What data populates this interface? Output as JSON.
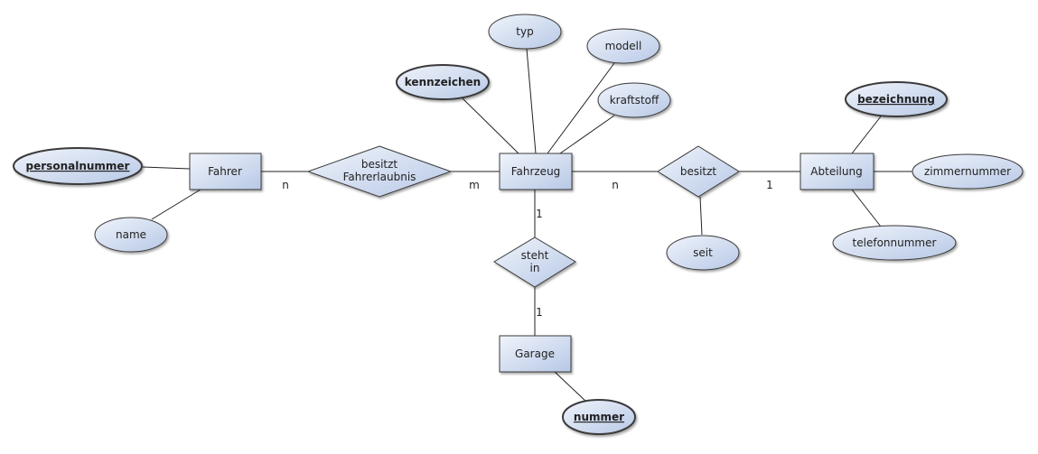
{
  "entities": {
    "fahrer": "Fahrer",
    "fahrzeug": "Fahrzeug",
    "abteilung": "Abteilung",
    "garage": "Garage"
  },
  "relationships": {
    "fahrerlaubnis": [
      "besitzt",
      "Fahrerlaubnis"
    ],
    "besitzt": "besitzt",
    "steht_in": [
      "steht",
      "in"
    ]
  },
  "attributes": {
    "personalnummer": "personalnummer",
    "name": "name",
    "kennzeichen": "kennzeichen",
    "typ": "typ",
    "modell": "modell",
    "kraftstoff": "kraftstoff",
    "bezeichnung": "bezeichnung",
    "zimmernummer": "zimmernummer",
    "telefonnummer": "telefonnummer",
    "seit": "seit",
    "nummer": "nummer"
  },
  "cardinalities": {
    "fahrer_fahrerlaubnis": "n",
    "fahrzeug_fahrerlaubnis": "m",
    "fahrzeug_besitzt": "n",
    "abteilung_besitzt": "1",
    "fahrzeug_steht_in": "1",
    "garage_steht_in": "1"
  },
  "colors": {
    "fill_light": "#eef2fa",
    "fill_dark": "#b9c9e6",
    "stroke": "#3a3a3a"
  }
}
